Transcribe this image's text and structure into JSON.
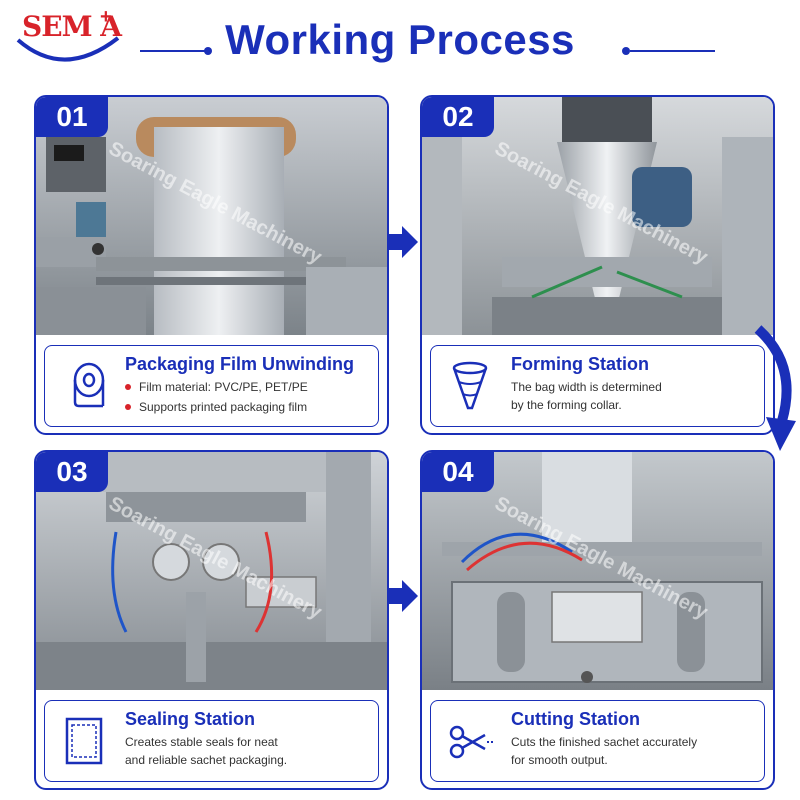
{
  "header": {
    "logo_text": "SEM A",
    "logo_plus": "+",
    "title": "Working Process"
  },
  "watermark": "Soaring Eagle Machinery",
  "steps": [
    {
      "number": "01",
      "title": "Packaging Film Unwinding",
      "lines": [
        "Film material: PVC/PE, PET/PE",
        "Supports printed packaging film"
      ],
      "bulleted": true,
      "icon": "film-roll-icon"
    },
    {
      "number": "02",
      "title": "Forming Station",
      "lines": [
        "The bag width is determined",
        "by the forming collar."
      ],
      "bulleted": false,
      "icon": "forming-collar-icon"
    },
    {
      "number": "03",
      "title": "Sealing Station",
      "lines": [
        "Creates stable seals for neat",
        "and reliable sachet packaging."
      ],
      "bulleted": false,
      "icon": "sachet-icon"
    },
    {
      "number": "04",
      "title": "Cutting Station",
      "lines": [
        "Cuts the finished sachet accurately",
        "for smooth output."
      ],
      "bulleted": false,
      "icon": "scissors-icon"
    }
  ],
  "colors": {
    "brand_blue": "#1a2fb8",
    "accent_red": "#d8232a"
  }
}
